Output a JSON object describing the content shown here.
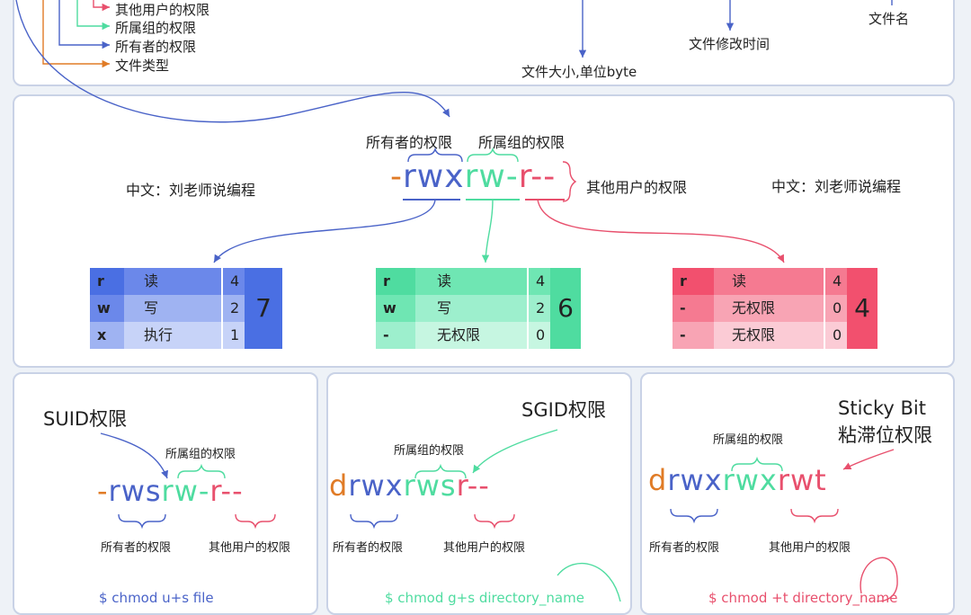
{
  "top": {
    "legend": [
      "其他用户的权限",
      "所属组的权限",
      "所有者的权限",
      "文件类型"
    ],
    "size_label": "文件大小,单位byte",
    "mtime_label": "文件修改时间",
    "name_label": "文件名"
  },
  "middle": {
    "owner_label": "所有者的权限",
    "group_label": "所属组的权限",
    "other_label": "其他用户的权限",
    "watermark_left": "中文：刘老师说编程",
    "watermark_right": "中文：刘老师说编程",
    "perm": {
      "dash": "-",
      "owner": "rwx",
      "group": "rw-",
      "other": "r--"
    },
    "tables": [
      {
        "rows": [
          [
            "r",
            "读",
            "4"
          ],
          [
            "w",
            "写",
            "2"
          ],
          [
            "x",
            "执行",
            "1"
          ]
        ],
        "total": "7",
        "colors": {
          "head": "#4a6fe3",
          "c1": "#6b88ea",
          "c2": "#9fb3f2",
          "c3": "#c7d3f8"
        }
      },
      {
        "rows": [
          [
            "r",
            "读",
            "4"
          ],
          [
            "w",
            "写",
            "2"
          ],
          [
            "-",
            "无权限",
            "0"
          ]
        ],
        "total": "6",
        "colors": {
          "head": "#4fdca0",
          "c1": "#6fe6b3",
          "c2": "#9defcd",
          "c3": "#c6f6e1"
        }
      },
      {
        "rows": [
          [
            "r",
            "读",
            "4"
          ],
          [
            "-",
            "无权限",
            "0"
          ],
          [
            "-",
            "无权限",
            "0"
          ]
        ],
        "total": "4",
        "colors": {
          "head": "#f2506e",
          "c1": "#f57a91",
          "c2": "#f8a4b4",
          "c3": "#fbcbd5"
        }
      }
    ]
  },
  "bottom": [
    {
      "title": "SUID权限",
      "group_label": "所属组的权限",
      "owner_label": "所有者的权限",
      "other_label": "其他用户的权限",
      "perm": [
        "-",
        "rws",
        "rw-",
        "r--"
      ],
      "cmd": "$ chmod u+s file"
    },
    {
      "title": "SGID权限",
      "group_label": "所属组的权限",
      "owner_label": "所有者的权限",
      "other_label": "其他用户的权限",
      "perm": [
        "d",
        "rwx",
        "rws",
        "r--"
      ],
      "cmd": "$ chmod g+s directory_name"
    },
    {
      "title": "Sticky Bit",
      "title2": "粘滞位权限",
      "group_label": "所属组的权限",
      "owner_label": "所有者的权限",
      "other_label": "其他用户的权限",
      "perm": [
        "d",
        "rwx",
        "rwx",
        "rwt"
      ],
      "cmd": "$ chmod +t directory_name"
    }
  ],
  "colors": {
    "orange": "#e07b26",
    "blue": "#4a63c8",
    "green": "#4fdca0",
    "red": "#e8506d"
  }
}
